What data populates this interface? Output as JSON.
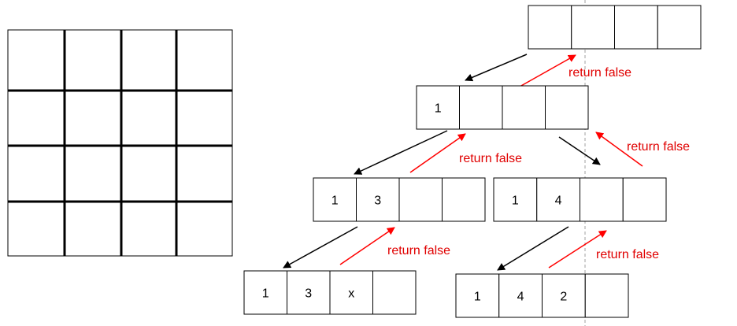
{
  "colors": {
    "line": "#000000",
    "return_arrow": "#ff0000",
    "return_text": "#e00000",
    "dashed_guide": "#a0a0a0",
    "background": "#ffffff"
  },
  "board": {
    "rows": 4,
    "cols": 4
  },
  "tree": {
    "nodes": [
      {
        "id": "root",
        "cells": [
          "",
          "",
          "",
          ""
        ]
      },
      {
        "id": "n1",
        "cells": [
          "1",
          "",
          "",
          ""
        ]
      },
      {
        "id": "n13",
        "cells": [
          "1",
          "3",
          "",
          ""
        ]
      },
      {
        "id": "n14",
        "cells": [
          "1",
          "4",
          "",
          ""
        ]
      },
      {
        "id": "n13x",
        "cells": [
          "1",
          "3",
          "x",
          ""
        ]
      },
      {
        "id": "n142",
        "cells": [
          "1",
          "4",
          "2",
          ""
        ]
      }
    ],
    "return_labels": [
      "return false",
      "return false",
      "return false",
      "return false",
      "return false"
    ]
  }
}
